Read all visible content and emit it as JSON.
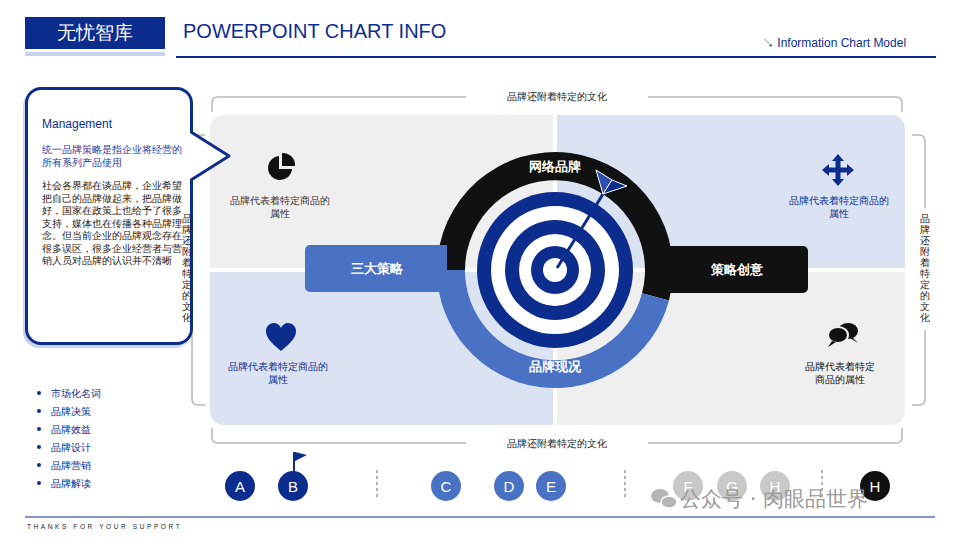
{
  "diagram": {
    "title": "POWERPOINT CHART INFO",
    "nodes": [
      {
        "text": [
          "无忧智库"
        ]
      },
      {
        "text": [
          "Management",
          "统一品牌策略是指企业将经营的所有系列产品使用",
          "社会各界都在谈品牌，企业希望把自己的品牌做起来，把品牌做好，国家在政策上也给予了很多支持，媒体也在传播各种品牌理念。但当前企业的品牌观念存在很多误区，很多企业经营者与营销人员对品牌的认识并不清晰"
        ]
      },
      {
        "text": [
          "品牌代表着特定商品的属性"
        ]
      },
      {
        "text": [
          "品牌代表着特定商品的属性"
        ]
      },
      {
        "text": [
          "品牌代表着特定商品的属性"
        ]
      },
      {
        "text": [
          "品牌代表着特定商品的属性"
        ]
      },
      {
        "text": [
          "网络品牌"
        ]
      },
      {
        "text": [
          "三大策略"
        ]
      },
      {
        "text": [
          "策略创意"
        ]
      },
      {
        "text": [
          "品牌现况"
        ]
      },
      {
        "text": [
          "A"
        ]
      },
      {
        "text": [
          "B"
        ]
      },
      {
        "text": [
          "C"
        ]
      },
      {
        "text": [
          "D"
        ]
      },
      {
        "text": [
          "E"
        ]
      },
      {
        "text": [
          "F"
        ]
      },
      {
        "text": [
          "G"
        ]
      },
      {
        "text": [
          "H"
        ]
      },
      {
        "text": [
          "H"
        ]
      }
    ],
    "labels": [
      "↘ Information Chart Model",
      "品牌还附着特定的文化",
      "品牌还附着特定的文化",
      "品牌还附着特定的文化",
      "品牌还附着特定的文化",
      "市场化名词",
      "品牌决策",
      "品牌效益",
      "品牌设计",
      "品牌营销",
      "品牌解读",
      "公众号 · 肉眼品世界",
      "THANKS FOR YOUR SUPPORT"
    ]
  }
}
